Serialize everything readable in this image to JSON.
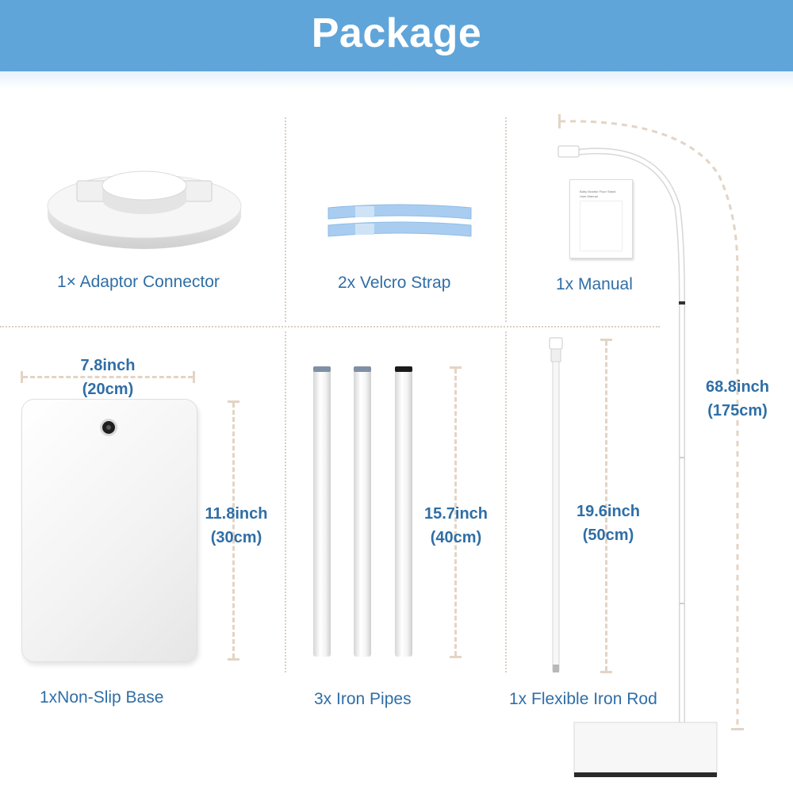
{
  "header": {
    "title": "Package",
    "bg_color": "#5fa5d9"
  },
  "items": {
    "adaptor_connector": {
      "label": "1× Adaptor Connector"
    },
    "velcro_strap": {
      "label": "2x Velcro Strap"
    },
    "manual": {
      "label": "1x Manual",
      "booklet_title": "Baby Monitor Floor Stand",
      "booklet_subtitle": "User Manual"
    },
    "non_slip_base": {
      "label": "1xNon-Slip Base",
      "width": "7.8inch",
      "width_cm": "(20cm)",
      "height": "11.8inch",
      "height_cm": "(30cm)"
    },
    "iron_pipes": {
      "label": "3x Iron Pipes",
      "length": "15.7inch",
      "length_cm": "(40cm)"
    },
    "flexible_rod": {
      "label": "1x Flexible Iron Rod",
      "length": "19.6inch",
      "length_cm": "(50cm)"
    },
    "assembled_stand": {
      "height": "68.8inch",
      "height_cm": "(175cm)"
    }
  },
  "colors": {
    "label_text": "#2f6ea6",
    "divider": "#d9cfc4",
    "measure": "#e3d4c4"
  }
}
